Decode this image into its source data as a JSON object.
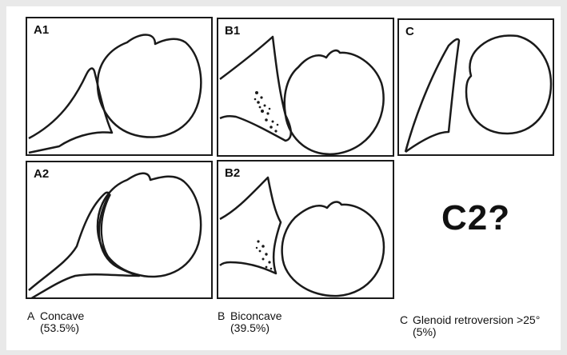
{
  "panels": {
    "a1": {
      "label": "A1"
    },
    "b1": {
      "label": "B1"
    },
    "c": {
      "label": "C"
    },
    "a2": {
      "label": "A2"
    },
    "b2": {
      "label": "B2"
    }
  },
  "placeholder_text": "C2?",
  "captions": {
    "a": {
      "letter": "A",
      "name": "Concave",
      "pct": "(53.5%)"
    },
    "b": {
      "letter": "B",
      "name": "Biconcave",
      "pct": "(39.5%)"
    },
    "c": {
      "letter": "C",
      "name": "Glenoid retroversion >25°",
      "pct": "(5%)"
    }
  },
  "colors": {
    "ink": "#1a1a1a",
    "background": "#e9e9e9",
    "panel": "#ffffff"
  }
}
